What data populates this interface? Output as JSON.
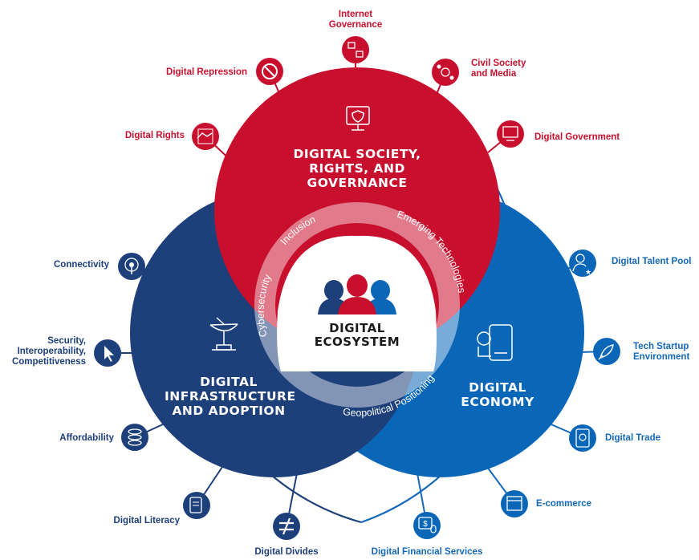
{
  "colors": {
    "red": "#c8102e",
    "navy": "#1d3f7a",
    "blue": "#0a67b8",
    "ring_red": "#c8102e",
    "ring_navy": "#1d3f7a",
    "ring_blue": "#1468b8"
  },
  "circles": {
    "society": "DIGITAL SOCIETY,\nRIGHTS, AND\nGOVERNANCE",
    "infrastructure": "DIGITAL\nINFRASTRUCTURE\nAND ADOPTION",
    "economy": "DIGITAL\nECONOMY"
  },
  "center": {
    "title": "DIGITAL\nECOSYSTEM"
  },
  "cross_cutting": {
    "inclusion": "Inclusion",
    "emerging": "Emerging Technologies",
    "cybersecurity": "Cybersecurity",
    "geopolitical": "Geopolitical Positioning"
  },
  "nodes": {
    "internet_governance": {
      "label": "Internet\nGovernance",
      "icon": "governance-icon"
    },
    "civil_society": {
      "label": "Civil Society\nand Media",
      "icon": "network-icon"
    },
    "digital_government": {
      "label": "Digital Government",
      "icon": "government-icon"
    },
    "digital_repression": {
      "label": "Digital Repression",
      "icon": "prohibited-icon"
    },
    "digital_rights": {
      "label": "Digital Rights",
      "icon": "handshake-icon"
    },
    "connectivity": {
      "label": "Connectivity",
      "icon": "antenna-icon"
    },
    "security": {
      "label": "Security,\nInteroperability,\nCompetitiveness",
      "icon": "cursor-icon"
    },
    "affordability": {
      "label": "Affordability",
      "icon": "coins-icon"
    },
    "digital_literacy": {
      "label": "Digital Literacy",
      "icon": "tablet-touch-icon"
    },
    "digital_divides": {
      "label": "Digital Divides",
      "icon": "not-equal-icon"
    },
    "financial_services": {
      "label": "Digital Financial Services",
      "icon": "payment-icon"
    },
    "ecommerce": {
      "label": "E-commerce",
      "icon": "cart-icon"
    },
    "digital_trade": {
      "label": "Digital Trade",
      "icon": "device-icon"
    },
    "startup": {
      "label": "Tech Startup\nEnvironment",
      "icon": "rocket-icon"
    },
    "talent_pool": {
      "label": "Digital Talent Pool",
      "icon": "person-star-icon"
    }
  }
}
